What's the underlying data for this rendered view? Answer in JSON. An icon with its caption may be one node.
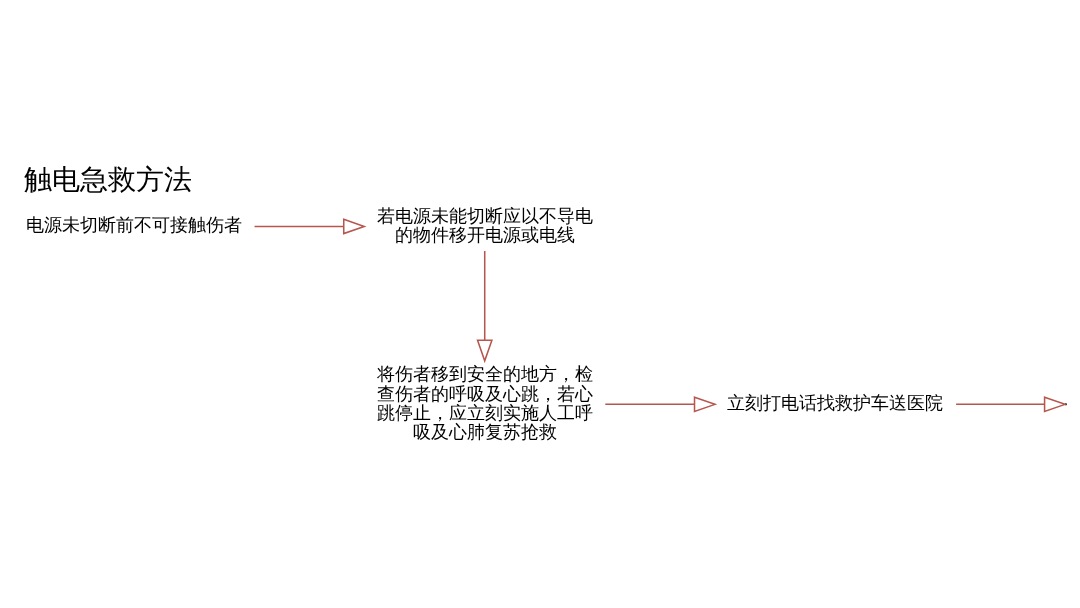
{
  "diagram": {
    "title": "触电急救方法",
    "nodes": [
      {
        "text": [
          "电源未切断前不可接触伤者"
        ]
      },
      {
        "text": [
          "若电源未能切断应以不导电的物件移开电源或电线"
        ]
      },
      {
        "text": [
          "将伤者移到安全的地方，检查伤者的呼吸及心跳，若心跳停止，应立刻实施人工呼吸及心肺复苏抢救"
        ]
      },
      {
        "text": [
          "立刻打电话找救护车送医院"
        ]
      }
    ],
    "edges": [
      {
        "from": 0,
        "to": 1,
        "arrow": "to"
      },
      {
        "from": 1,
        "to": 2,
        "arrow": "to"
      },
      {
        "from": 2,
        "to": 3,
        "arrow": "to"
      },
      {
        "from": 3,
        "to": null,
        "arrow": "to"
      }
    ]
  }
}
